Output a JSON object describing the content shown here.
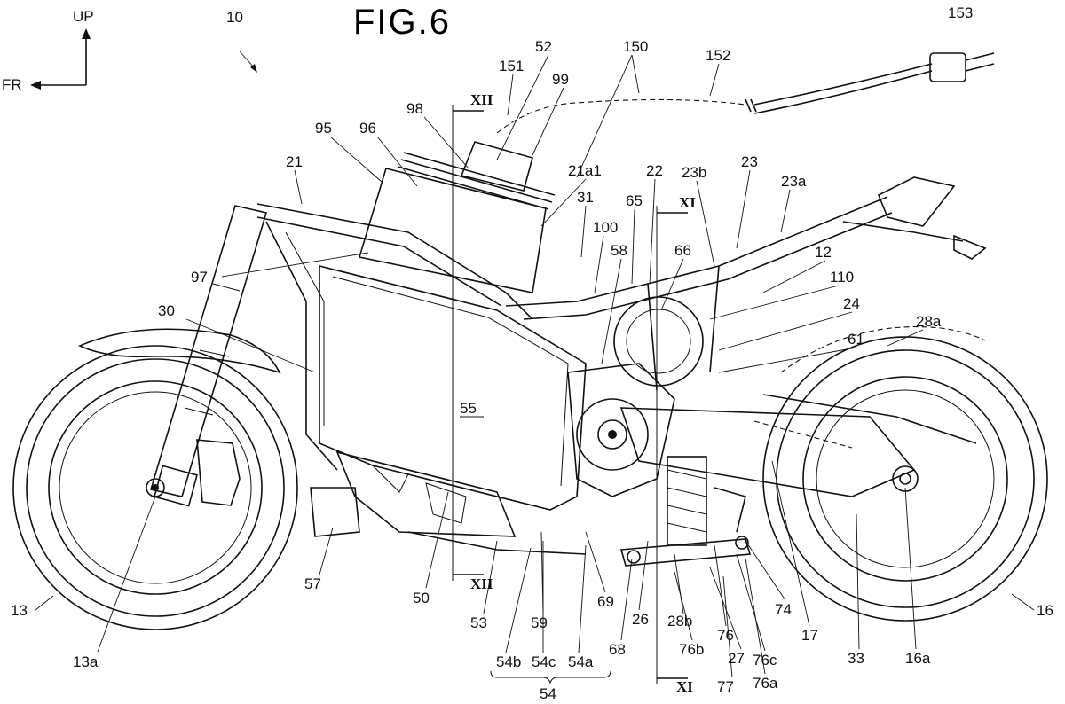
{
  "figure": {
    "title": "FIG.6",
    "reference_number": "10"
  },
  "orientation": {
    "up_label": "UP",
    "front_label": "FR"
  },
  "sections": {
    "xii_top": "XII",
    "xii_bottom": "XII",
    "xi_top": "XI",
    "xi_bottom": "XI"
  },
  "labels": [
    "150",
    "153",
    "52",
    "151",
    "99",
    "152",
    "98",
    "96",
    "95",
    "21",
    "21a1",
    "22",
    "23b",
    "23",
    "23a",
    "31",
    "65",
    "100",
    "58",
    "66",
    "12",
    "110",
    "24",
    "97",
    "30",
    "61",
    "28a",
    "55",
    "13",
    "13a",
    "57",
    "50",
    "53",
    "59",
    "69",
    "68",
    "26",
    "28b",
    "76b",
    "76",
    "27",
    "77",
    "76c",
    "76a",
    "74",
    "17",
    "33",
    "16a",
    "16",
    "54b",
    "54c",
    "54a",
    "54"
  ],
  "colors": {
    "ink": "#111111",
    "paper": "#ffffff"
  }
}
